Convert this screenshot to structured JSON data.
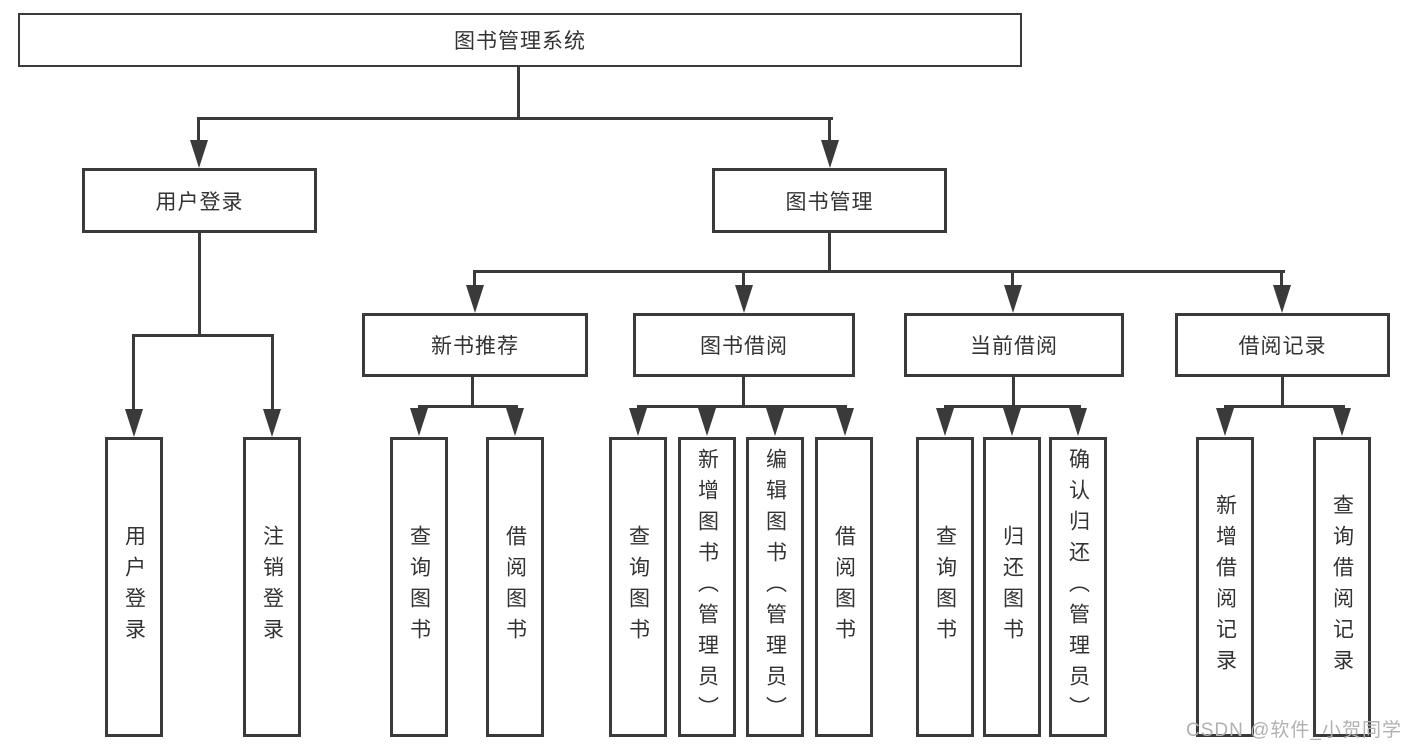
{
  "diagram": {
    "type": "tree",
    "root": {
      "label": "图书管理系统",
      "children": [
        {
          "label": "用户登录",
          "children": [
            {
              "label": "用户登录"
            },
            {
              "label": "注销登录"
            }
          ]
        },
        {
          "label": "图书管理",
          "children": [
            {
              "label": "新书推荐",
              "children": [
                {
                  "label": "查询图书"
                },
                {
                  "label": "借阅图书"
                }
              ]
            },
            {
              "label": "图书借阅",
              "children": [
                {
                  "label": "查询图书"
                },
                {
                  "label": "新增图书（管理员）"
                },
                {
                  "label": "编辑图书（管理员）"
                },
                {
                  "label": "借阅图书"
                }
              ]
            },
            {
              "label": "当前借阅",
              "children": [
                {
                  "label": "查询图书"
                },
                {
                  "label": "归还图书"
                },
                {
                  "label": "确认归还（管理员）"
                }
              ]
            },
            {
              "label": "借阅记录",
              "children": [
                {
                  "label": "新增借阅记录"
                },
                {
                  "label": "查询借阅记录"
                }
              ]
            }
          ]
        }
      ]
    }
  },
  "watermark": {
    "text": "CSDN @软件_小贺同学"
  },
  "colors": {
    "line": "#3a3a3a",
    "text": "#333333",
    "watermark": "#b1b1b1",
    "background": "#ffffff"
  }
}
